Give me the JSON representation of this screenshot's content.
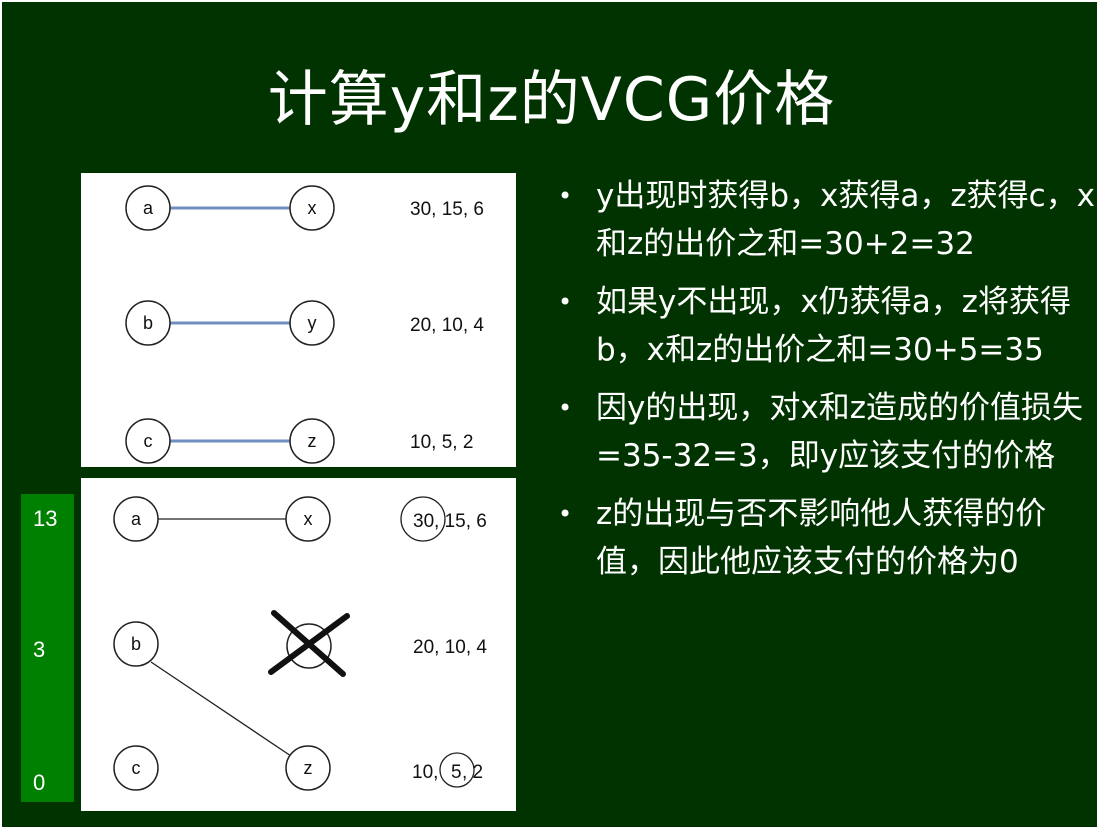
{
  "title": "计算y和z的VCG价格",
  "top_graph": {
    "nodes_left": [
      "a",
      "b",
      "c"
    ],
    "nodes_right": [
      "x",
      "y",
      "z"
    ],
    "bids": [
      "30, 15, 6",
      "20, 10, 4",
      "10, 5, 2"
    ]
  },
  "bottom_graph": {
    "nodes_left": [
      "a",
      "b",
      "c"
    ],
    "nodes_right": [
      "x",
      "z"
    ],
    "bid_row1": {
      "circled": "30",
      "rest": ", 15, 6"
    },
    "bid_row2": "20, 10, 4",
    "bid_row3": {
      "before": "10,",
      "circled": "5",
      "after": ", 2"
    }
  },
  "sidebar_bar": {
    "labels": [
      "13",
      "3",
      "0"
    ],
    "color": "#008000"
  },
  "bullets": [
    "y出现时获得b，x获得a，z获得c，x和z的出价之和=30+2=32",
    "如果y不出现，x仍获得a，z将获得b，x和z的出价之和=30+5=35",
    "因y的出现，对x和z造成的价值损失=35-32=3，即y应该支付的价格",
    "z的出现与否不影响他人获得的价值，因此他应该支付的价格为0"
  ],
  "bullet_symbol": "•",
  "colors": {
    "slide_background": "#003300",
    "text": "#ffffff",
    "edge_highlight": "#6f8fbf"
  }
}
